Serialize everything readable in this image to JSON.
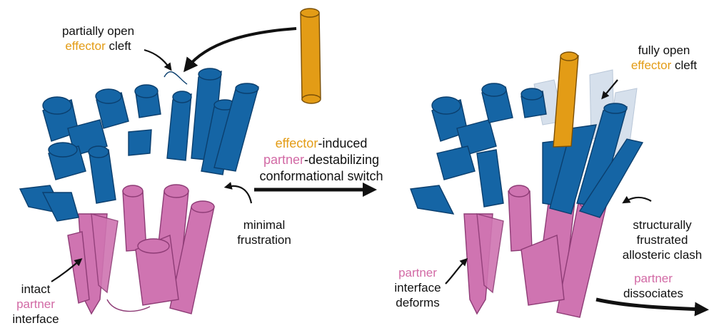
{
  "colors": {
    "effector": "#e39c16",
    "blue_domain": "#1565a5",
    "blue_dark": "#0b3f6e",
    "partner": "#cf74b1",
    "partner_dark": "#8e3c76",
    "ghost": "#d6e0ec",
    "arrow": "#111111"
  },
  "left_panel": {
    "cleft_label": {
      "line1": "partially open",
      "word": "effector",
      "rest": " cleft"
    },
    "frustration_label": {
      "line1": "minimal",
      "line2": "frustration"
    },
    "interface_label": {
      "line1": "intact",
      "word": "partner",
      "line3": "interface"
    }
  },
  "center": {
    "line1_word": "effector",
    "line1_rest": "-induced",
    "line2_word": "partner",
    "line2_rest": "-destabilizing",
    "line3": "conformational switch"
  },
  "right_panel": {
    "cleft_label": {
      "line1": "fully open",
      "word": "effector",
      "rest": " cleft"
    },
    "clash_label": {
      "line1": "structurally",
      "line2": "frustrated",
      "line3": "allosteric clash"
    },
    "deform_label": {
      "word": "partner",
      "line2": "interface",
      "line3": "deforms"
    },
    "dissociate_label": {
      "word": "partner",
      "line2": "dissociates"
    }
  }
}
